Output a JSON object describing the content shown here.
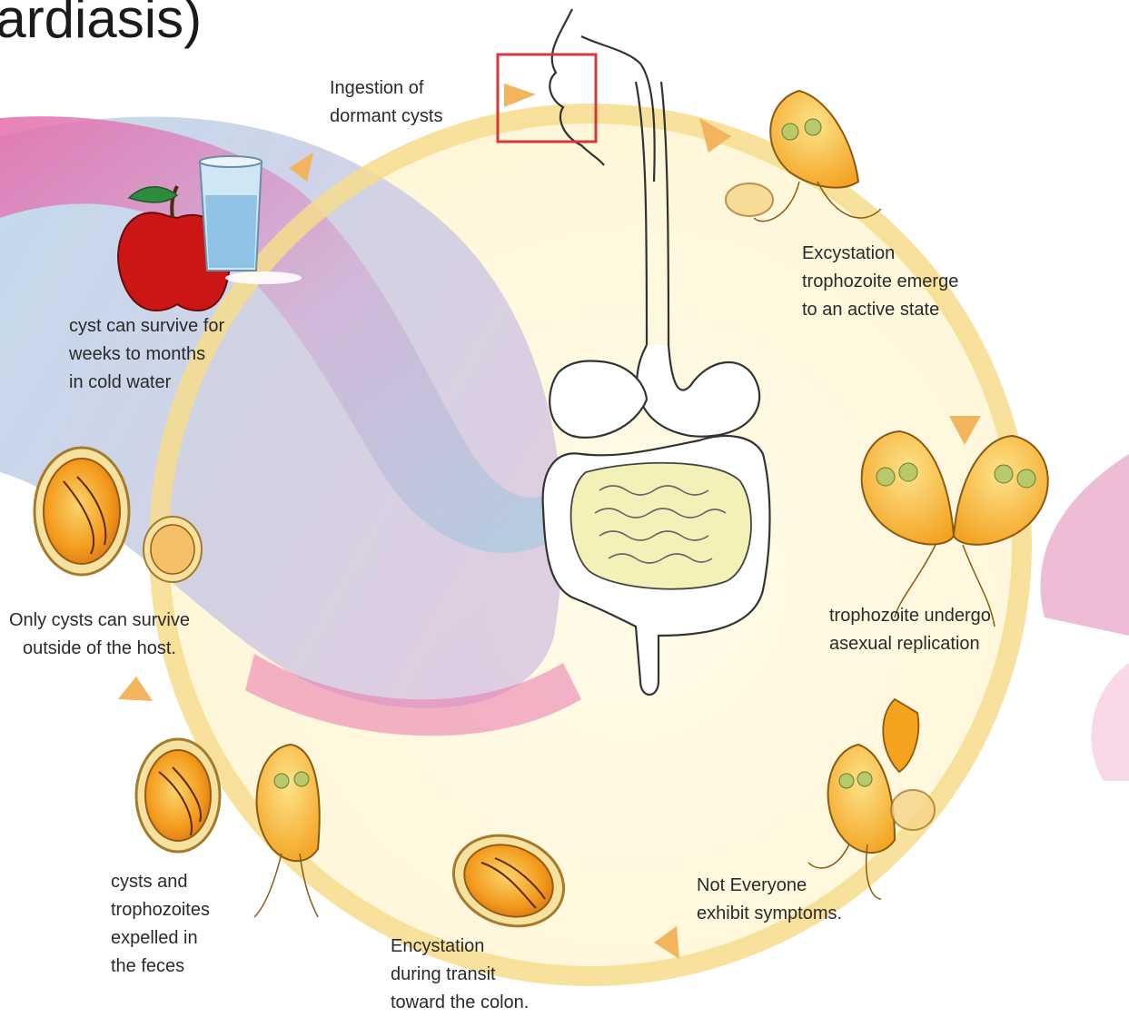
{
  "title": "iardiasis)",
  "labels": {
    "ingestion": [
      "Ingestion of",
      "dormant cysts"
    ],
    "excystation": [
      "Excystation",
      "trophozoite emerge",
      "to an active state"
    ],
    "replication": [
      "trophozoite undergo",
      "asexual replication"
    ],
    "symptoms": [
      "Not Everyone",
      "exhibit symptoms."
    ],
    "encystation": [
      "Encystation",
      "during transit",
      "toward the colon."
    ],
    "expelled": [
      "cysts and",
      "trophozoites",
      "expelled in",
      "the feces"
    ],
    "survive_outside": [
      "Only cysts can survive",
      "outside of the host."
    ],
    "cold_water": [
      "cyst can survive for",
      "weeks to months",
      "in cold water"
    ]
  },
  "colors": {
    "cycle_ring": "#f6dc8c",
    "arrow": "#f2b45c",
    "cyst_fill": "#f5a21f",
    "trophozoite_fill": "#f8c13a",
    "intestine_fill": "#f3f1b8",
    "highlight_box": "#d23a3a",
    "background_swirl_pink": "#d9579a",
    "background_swirl_blue": "#9fc3dd"
  },
  "icons": [
    "apple-icon",
    "water-glass-icon",
    "digestive-system-icon",
    "mouth-highlight-box"
  ]
}
